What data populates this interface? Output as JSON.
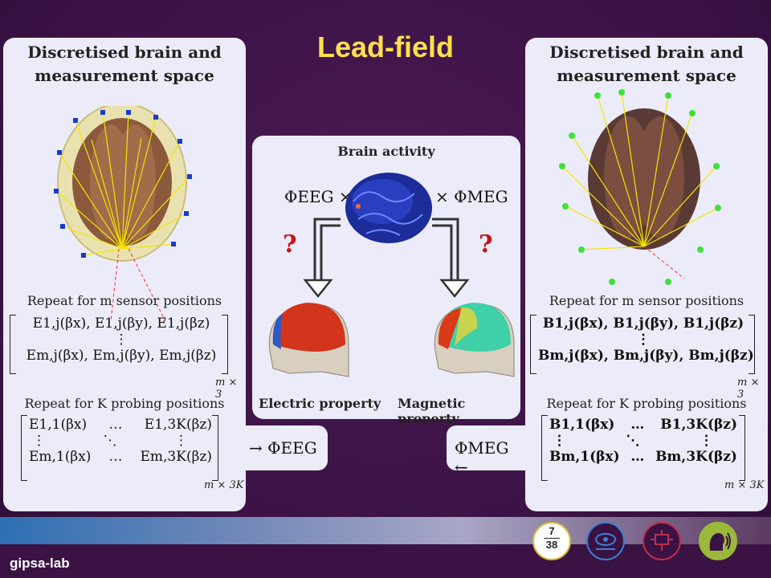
{
  "slide": {
    "title": "Lead-field",
    "left_panel": {
      "title_line1": "Discretised brain and",
      "title_line2": "measurement space",
      "repeat_sensors": "Repeat for m sensor positions",
      "sensor_matrix": {
        "row1": "E1,j(βx), E1,j(βy), E1,j(βz)",
        "dots": "⋮",
        "row2": "Em,j(βx), Em,j(βy), Em,j(βz)",
        "dim": "m × 3"
      },
      "repeat_probing": "Repeat for K probing positions",
      "probe_matrix": {
        "r1c1": "E1,1(βx)",
        "r1c2": "…",
        "r1c3": "E1,3K(βz)",
        "r2c1": "⋮",
        "r2c2": "⋱",
        "r2c3": "⋮",
        "r3c1": "Em,1(βx)",
        "r3c2": "…",
        "r3c3": "Em,3K(βz)",
        "dim": "m × 3K"
      }
    },
    "middle_panel": {
      "title": "Brain activity",
      "phi_eeg_left": "ΦEEG ×",
      "phi_meg_right": "× ΦMEG",
      "electric_label": "Electric property",
      "magnetic_label": "Magnetic property"
    },
    "eeg_result": "→ ΦEEG",
    "meg_result": "ΦMEG ←",
    "right_panel": {
      "title_line1": "Discretised brain and",
      "title_line2": "measurement space",
      "repeat_sensors": "Repeat for m sensor positions",
      "sensor_matrix": {
        "row1": "B1,j(βx), B1,j(βy), B1,j(βz)",
        "dots": "⋮",
        "row2": "Bm,j(βx), Bm,j(βy), Bm,j(βz)",
        "dim": "m × 3"
      },
      "repeat_probing": "Repeat for K probing positions",
      "probe_matrix": {
        "r1c1": "B1,1(βx)",
        "r1c2": "…",
        "r1c3": "B1,3K(βz)",
        "r2c1": "⋮",
        "r2c2": "⋱",
        "r2c3": "⋮",
        "r3c1": "Bm,1(βx)",
        "r3c2": "…",
        "r3c3": "Bm,3K(βz)",
        "dim": "m × 3K"
      }
    },
    "page": {
      "current": "7",
      "total": "38"
    },
    "footer_logo": "gipsa-lab",
    "colors": {
      "title": "#ffe14a",
      "background": "#3e1548",
      "panel": "#ecebf9"
    }
  }
}
